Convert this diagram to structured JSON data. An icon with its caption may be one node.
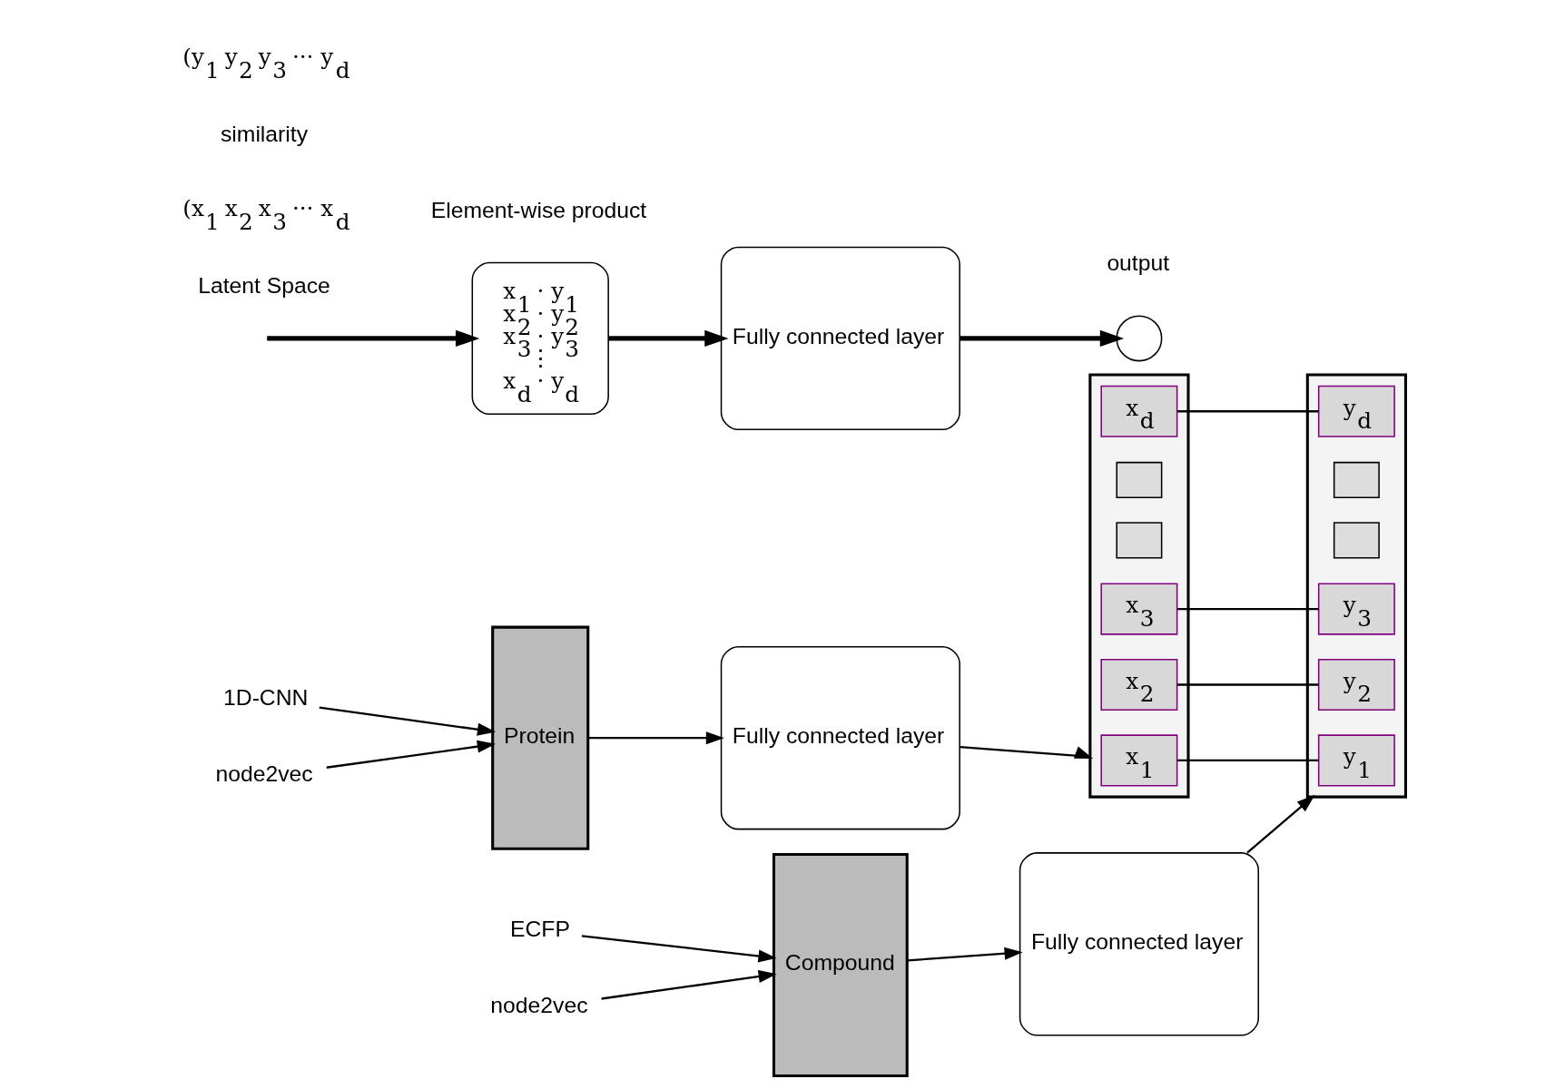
{
  "diagram": {
    "nodes": [
      {
        "text": [
          "1D-CNN"
        ]
      },
      {
        "text": [
          "node2vec"
        ]
      },
      {
        "text": [
          "Protein"
        ]
      },
      {
        "text": [
          "Fully connected layer"
        ]
      },
      {
        "text": [],
        "shape": "box"
      },
      {
        "text": [
          "x$_{1}$"
        ],
        "in": 4
      },
      {
        "text": [
          "x$_{2}$"
        ],
        "in": 4
      },
      {
        "text": [
          "x$_{3}$"
        ],
        "in": 4
      },
      {
        "text": [],
        "shape": "box",
        "in": 4
      },
      {
        "text": [],
        "shape": "box",
        "in": 4
      },
      {
        "text": [
          "x$_{d}$"
        ],
        "in": 4
      },
      {
        "text": [
          "ECFP"
        ]
      },
      {
        "text": [
          "node2vec"
        ]
      },
      {
        "text": [
          "Compound"
        ]
      },
      {
        "text": [
          "Fully connected layer"
        ]
      },
      {
        "text": [],
        "shape": "box"
      },
      {
        "text": [
          "y$_{1}$"
        ],
        "in": 15
      },
      {
        "text": [
          "y$_{2}$"
        ],
        "in": 15
      },
      {
        "text": [
          "y$_{3}$"
        ],
        "in": 15
      },
      {
        "text": [],
        "shape": "box",
        "in": 15
      },
      {
        "text": [],
        "shape": "box",
        "in": 15
      },
      {
        "text": [
          "y$_{d}$"
        ],
        "in": 15
      },
      {
        "text": [
          "x$_{1}$ · y$_{1}$",
          "x$_{2}$ · y$_{2}$",
          "x$_{3}$ · y$_{3}$",
          "⋮",
          "x$_{d}$ · y$_{d}$"
        ],
        "beside": [
          "Element-wise product"
        ]
      },
      {
        "text": [
          "Fully connected layer"
        ]
      },
      {
        "text": [],
        "shape": "circle",
        "beside": [
          "output"
        ]
      }
    ],
    "edges": [
      {
        "from": 0,
        "to": 2,
        "arrow": "to"
      },
      {
        "from": 1,
        "to": 2,
        "arrow": "to"
      },
      {
        "from": 2,
        "to": 3,
        "arrow": "to"
      },
      {
        "from": 3,
        "to": 4,
        "arrow": "to"
      },
      {
        "from": 11,
        "to": 13,
        "arrow": "to"
      },
      {
        "from": 12,
        "to": 13,
        "arrow": "to"
      },
      {
        "from": 13,
        "to": 14,
        "arrow": "to"
      },
      {
        "from": 14,
        "to": 15,
        "arrow": "to"
      },
      {
        "from": 5,
        "to": 16,
        "arrow": "none"
      },
      {
        "from": 6,
        "to": 17,
        "arrow": "none"
      },
      {
        "from": 7,
        "to": 18,
        "arrow": "none"
      },
      {
        "from": 10,
        "to": 21,
        "arrow": "none"
      },
      {
        "from": null,
        "to": 22,
        "arrow": "to",
        "style": "thick"
      },
      {
        "from": 22,
        "to": 23,
        "arrow": "to",
        "style": "thick"
      },
      {
        "from": 23,
        "to": 24,
        "arrow": "to",
        "style": "thick"
      }
    ],
    "labels": [
      "(y$_{1}$ y$_{2}$ y$_{3}$ ··· y$_{d}$",
      "similarity",
      "(x$_{1}$ x$_{2}$ x$_{3}$ ··· x$_{d}$",
      "Latent Space"
    ]
  }
}
